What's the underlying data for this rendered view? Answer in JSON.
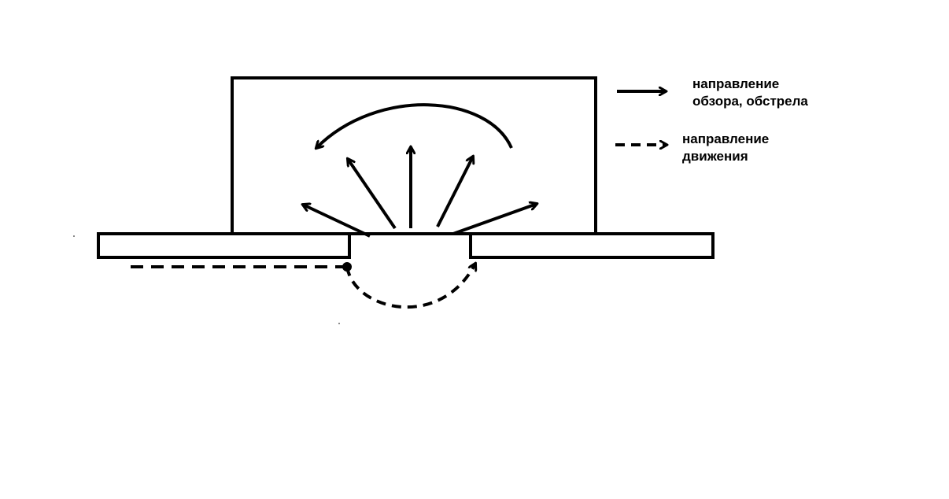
{
  "legend": {
    "solid": {
      "line1": "направление",
      "line2": "обзора, обстрела"
    },
    "dashed": {
      "line1": "направление",
      "line2": "движения"
    }
  },
  "colors": {
    "stroke": "#000000",
    "background": "#ffffff"
  }
}
